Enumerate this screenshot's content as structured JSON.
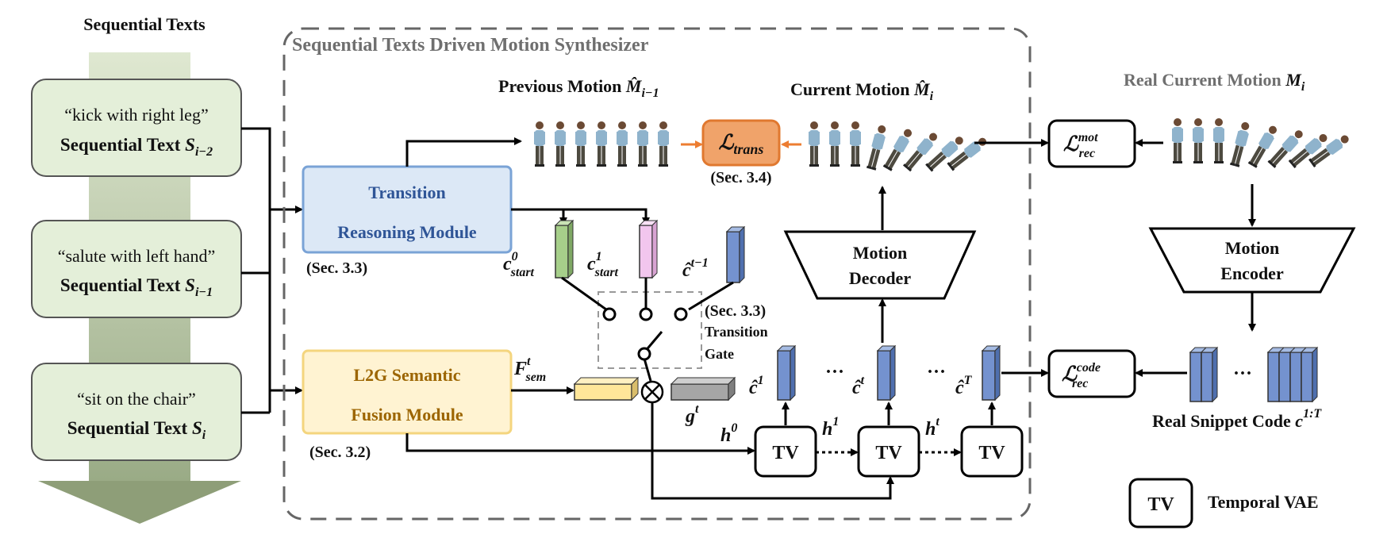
{
  "left_panel": {
    "title": "Sequential Texts",
    "texts": [
      {
        "quote": "“kick with right leg”",
        "label": "Sequential Text ",
        "sym": "S",
        "sub": "i−2"
      },
      {
        "quote": "“salute with left hand”",
        "label": "Sequential Text ",
        "sym": "S",
        "sub": "i−1"
      },
      {
        "quote": "“sit on the chair”",
        "label": "Sequential Text ",
        "sym": "S",
        "sub": "i"
      }
    ]
  },
  "synth": {
    "title": "Sequential Texts Driven Motion Synthesizer",
    "prev_motion": {
      "label": "Previous Motion ",
      "sym": "M̂",
      "sub": "i−1"
    },
    "curr_motion": {
      "label": "Current Motion ",
      "sym": "M̂",
      "sub": "i"
    },
    "l_trans": {
      "sym": "ℒ",
      "sub": "trans"
    },
    "sec34": "(Sec. 3.4)",
    "trm": {
      "line1": "Transition",
      "line2": "Reasoning Module",
      "sec": "(Sec. 3.3)"
    },
    "l2g": {
      "line1": "L2G Semantic",
      "line2": "Fusion Module",
      "sec": "(Sec. 3.2)"
    },
    "c_start0": {
      "sym": "c",
      "sub": "start",
      "sup": "0"
    },
    "c_start1": {
      "sym": "c",
      "sub": "start",
      "sup": "1"
    },
    "c_prev": {
      "sym": "ĉ",
      "sup": "t−1"
    },
    "gate": {
      "sec": "(Sec. 3.3)",
      "line1": "Transition",
      "line2": "Gate"
    },
    "f_sem": {
      "sym": "F",
      "sub": "sem",
      "sup": "t"
    },
    "g_t": {
      "sym": "g",
      "sup": "t"
    },
    "decoder": {
      "line1": "Motion",
      "line2": "Decoder"
    },
    "c1": {
      "sym": "ĉ",
      "sup": "1"
    },
    "ct": {
      "sym": "ĉ",
      "sup": "t"
    },
    "cT": {
      "sym": "ĉ",
      "sup": "T"
    },
    "dots": "···",
    "h0": {
      "sym": "h",
      "sup": "0"
    },
    "h1": {
      "sym": "h",
      "sup": "1"
    },
    "ht": {
      "sym": "h",
      "sup": "t"
    },
    "tv": "TV",
    "times": "⊗"
  },
  "right": {
    "real_motion": {
      "label": "Real Current Motion ",
      "sym": "M",
      "sub": "i"
    },
    "l_mot": {
      "sym": "ℒ",
      "sub": "rec",
      "sup": "mot"
    },
    "l_code": {
      "sym": "ℒ",
      "sub": "rec",
      "sup": "code"
    },
    "encoder": {
      "line1": "Motion",
      "line2": "Encoder"
    },
    "dots": "···",
    "snippet": {
      "label": "Real Snippet Code ",
      "sym": "c",
      "sup": "1:T"
    }
  },
  "legend": {
    "box": "TV",
    "label": "Temporal VAE"
  },
  "colors": {
    "trm_fill": "#dce8f6",
    "trm_stroke": "#7aa3d6",
    "l2g_fill": "#fff3d2",
    "l2g_stroke": "#f4d57e",
    "trans_fill": "#f0a36a",
    "trans_stroke": "#e0782f",
    "text_box_fill": "#e4efd9",
    "arrow_fill": "#c9d6b6",
    "code_blue": "#7492cf",
    "code_green": "#a6cf8a",
    "code_pink": "#f2c6ee",
    "code_yellow": "#ffe699",
    "code_gray": "#a6a6a6"
  }
}
